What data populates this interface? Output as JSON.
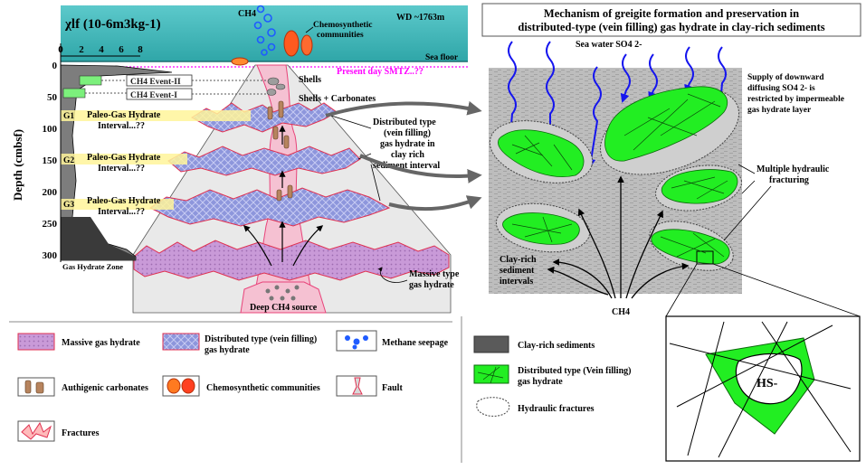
{
  "left_panel": {
    "chi_label": "χlf (10-6m3kg-1)",
    "wd_label": "WD ~1763m",
    "ch4_label": "CH4",
    "chemosynthetic_label_1": "Chemosynthetic",
    "chemosynthetic_label_2": "communities",
    "sea_floor_label": "Sea floor",
    "present_smtz_label": "Present day SMTZ..??",
    "event_ii_label": "CH4 Event-II",
    "event_i_label": "CH4 Event-I",
    "shells_label": "Shells",
    "shells_carbonates_label": "Shells + Carbonates",
    "x_ticks": [
      "0",
      "2",
      "4",
      "6",
      "8"
    ],
    "y_ticks": [
      "0",
      "50",
      "100",
      "150",
      "200",
      "250",
      "300"
    ],
    "y_axis_label": "Depth (cmbsf)",
    "paleo_intervals": [
      {
        "tag": "G1",
        "line1": "Paleo-Gas Hydrate",
        "line2": "Interval...??"
      },
      {
        "tag": "G2",
        "line1": "Paleo-Gas Hydrate",
        "line2": "Interval...??"
      },
      {
        "tag": "G3",
        "line1": "Paleo-Gas Hydrate",
        "line2": "Interval...??"
      }
    ],
    "distributed_label": [
      "Distributed type",
      "(vein filling)",
      "gas hydrate in",
      "clay rich",
      "sediment interval"
    ],
    "massive_label": [
      "Massive type",
      "gas hydrate"
    ],
    "gas_hydrate_zone_label": "Gas Hydrate Zone",
    "deep_source_label": "Deep CH4 source"
  },
  "right_panel": {
    "title_line1": "Mechanism of greigite formation and preservation in",
    "title_line2": "distributed-type (vein filling) gas hydrate in clay-rich sediments",
    "sea_water_label": "Sea water SO4 2-",
    "supply_label": [
      "Supply of downward",
      "diffusing SO4 2- is",
      "restricted by impermeable",
      "gas hydrate layer"
    ],
    "fracturing_label": [
      "Multiple hydraulic",
      "fracturing"
    ],
    "clay_label": [
      "Clay-rich",
      "sediment",
      "intervals"
    ],
    "ch4_bottom_label": "CH4",
    "hs_label": "HS-"
  },
  "legend_left": [
    {
      "key": "massive",
      "label": "Massive gas hydrate"
    },
    {
      "key": "distributed",
      "label": "Distributed type (vein filling) gas hydrate"
    },
    {
      "key": "seepage",
      "label": "Methane seepage"
    },
    {
      "key": "carbonates",
      "label": "Authigenic carbonates"
    },
    {
      "key": "chemo",
      "label": "Chemosynthetic communities"
    },
    {
      "key": "fault",
      "label": "Fault"
    },
    {
      "key": "fractures",
      "label": "Fractures"
    }
  ],
  "legend_right": [
    {
      "key": "clay",
      "label": "Clay-rich sediments"
    },
    {
      "key": "vein",
      "label": "Distributed type (Vein filling) gas hydrate"
    },
    {
      "key": "hydraulic",
      "label": "Hydraulic fractures"
    }
  ],
  "colors": {
    "sea": "#4ec0c2",
    "pink_hydrate": "#c99ad8",
    "blue_hydrate": "#8b93d8",
    "green_hydrate": "#22ee22",
    "clay_gray": "#bfbfbf",
    "smtz_magenta": "#ff00ff",
    "highlight_yellow": "#fff59a"
  }
}
